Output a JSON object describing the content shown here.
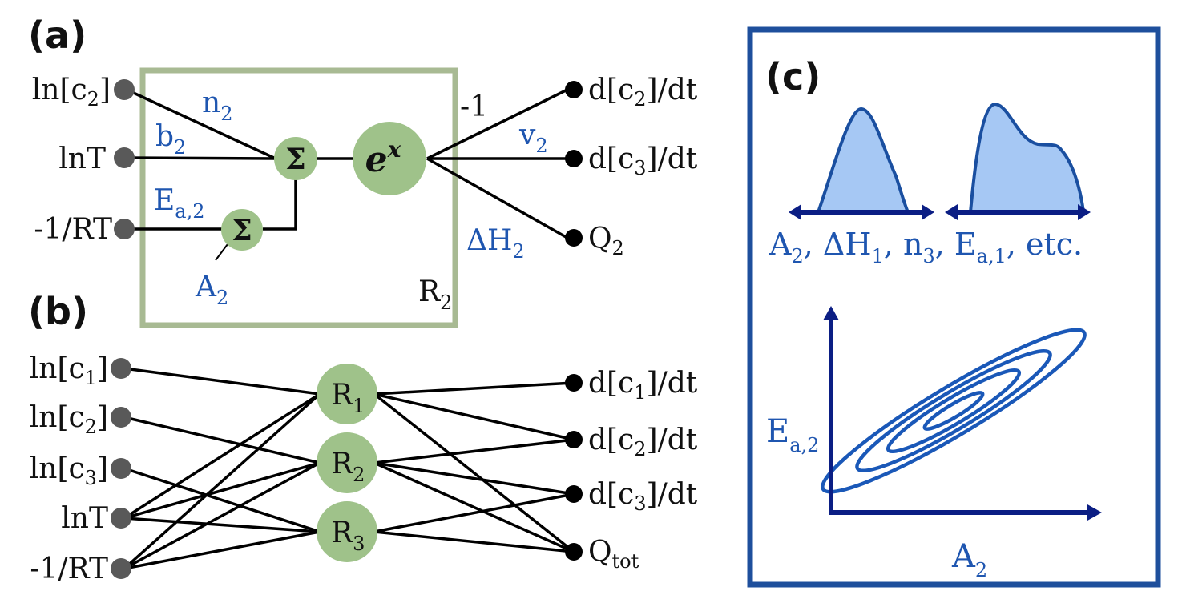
{
  "panels": {
    "a": {
      "label": "(a)",
      "inputs": [
        {
          "base": "ln[c",
          "sub": "2",
          "tail": "]"
        },
        {
          "base": "lnT",
          "sub": "",
          "tail": ""
        },
        {
          "base": "-1/RT",
          "sub": "",
          "tail": ""
        }
      ],
      "weights": {
        "n": {
          "base": "n",
          "sub": "2"
        },
        "b": {
          "base": "b",
          "sub": "2"
        },
        "ea": {
          "base": "E",
          "sub": "a,2"
        },
        "a": {
          "base": "A",
          "sub": "2"
        },
        "minus_one": "-1",
        "v": {
          "base": "v",
          "sub": "2"
        },
        "dh": {
          "base": "ΔH",
          "sub": "2"
        }
      },
      "sum_symbol": "Σ",
      "exp_symbol": {
        "base": "e",
        "sup": "x"
      },
      "box_label": {
        "base": "R",
        "sub": "2"
      },
      "outputs": [
        {
          "base": "d[c",
          "sub": "2",
          "tail": "]/dt"
        },
        {
          "base": "d[c",
          "sub": "3",
          "tail": "]/dt"
        },
        {
          "base": "Q",
          "sub": "2",
          "tail": ""
        }
      ]
    },
    "b": {
      "label": "(b)",
      "inputs": [
        {
          "base": "ln[c",
          "sub": "1",
          "tail": "]"
        },
        {
          "base": "ln[c",
          "sub": "2",
          "tail": "]"
        },
        {
          "base": "ln[c",
          "sub": "3",
          "tail": "]"
        },
        {
          "base": "lnT",
          "sub": "",
          "tail": ""
        },
        {
          "base": "-1/RT",
          "sub": "",
          "tail": ""
        }
      ],
      "reactions": [
        {
          "base": "R",
          "sub": "1"
        },
        {
          "base": "R",
          "sub": "2"
        },
        {
          "base": "R",
          "sub": "3"
        }
      ],
      "outputs": [
        {
          "base": "d[c",
          "sub": "1",
          "tail": "]/dt"
        },
        {
          "base": "d[c",
          "sub": "2",
          "tail": "]/dt"
        },
        {
          "base": "d[c",
          "sub": "3",
          "tail": "]/dt"
        },
        {
          "base": "Q",
          "sub": "tot",
          "tail": ""
        }
      ],
      "input_edges": [
        [
          0,
          0
        ],
        [
          1,
          1
        ],
        [
          2,
          2
        ],
        [
          3,
          0
        ],
        [
          3,
          1
        ],
        [
          3,
          2
        ],
        [
          4,
          0
        ],
        [
          4,
          1
        ],
        [
          4,
          2
        ]
      ],
      "output_edges": [
        [
          0,
          0
        ],
        [
          0,
          1
        ],
        [
          0,
          3
        ],
        [
          1,
          1
        ],
        [
          1,
          2
        ],
        [
          1,
          3
        ],
        [
          2,
          2
        ],
        [
          2,
          3
        ]
      ]
    },
    "c": {
      "label": "(c)",
      "marginal_caption": [
        {
          "base": "A",
          "sub": "2",
          "tail": ", "
        },
        {
          "base": "ΔH",
          "sub": "1",
          "tail": ", "
        },
        {
          "base": "n",
          "sub": "3",
          "tail": ", "
        },
        {
          "base": "E",
          "sub": "a,1",
          "tail": ", etc."
        }
      ],
      "joint_x_label": {
        "base": "A",
        "sub": "2"
      },
      "joint_y_label": {
        "base": "E",
        "sub": "a,2"
      },
      "contour_levels": 4
    }
  },
  "colors": {
    "node_green": "#9fc28a",
    "box_green": "#a8ba93",
    "param_blue": "#1f56b0",
    "box_blue": "#1e4f9c",
    "axis_navy": "#0b1e84",
    "fill_lightblue": "#a6c8f4"
  }
}
